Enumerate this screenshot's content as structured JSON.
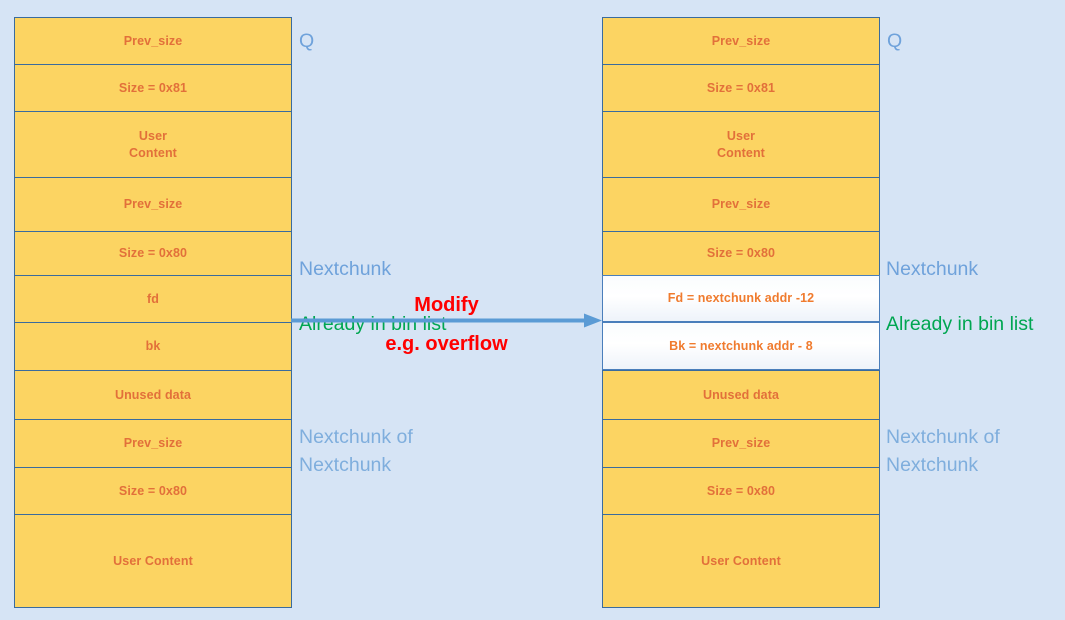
{
  "diagram": {
    "title": "Heap chunk unlink overflow modification",
    "background_color": "#D6E4F5",
    "chunk_fill_color": "#FCD462",
    "chunk_border_color": "#3A6B9E",
    "chunk_text_color": "#E2703A",
    "highlight_text_color": "#F07B2E",
    "annotation_blue": "#6FA2DB",
    "annotation_green": "#00A651",
    "accent_red": "#FF0000",
    "arrow_color": "#5B9BD5"
  },
  "left_column": {
    "name": "before-modification",
    "rows": [
      {
        "label": "Prev_size",
        "height": 47,
        "highlight": false
      },
      {
        "label": "Size = 0x81",
        "height": 47,
        "highlight": false
      },
      {
        "label": "User\nContent",
        "height": 66,
        "highlight": false
      },
      {
        "label": "Prev_size",
        "height": 54,
        "highlight": false
      },
      {
        "label": "Size = 0x80",
        "height": 44,
        "highlight": false
      },
      {
        "label": "fd",
        "height": 47,
        "highlight": false
      },
      {
        "label": "bk",
        "height": 48,
        "highlight": false
      },
      {
        "label": "Unused data",
        "height": 49,
        "highlight": false
      },
      {
        "label": "Prev_size",
        "height": 48,
        "highlight": false
      },
      {
        "label": "Size = 0x80",
        "height": 47,
        "highlight": false
      },
      {
        "label": "User Content",
        "height": 94,
        "highlight": false
      }
    ]
  },
  "right_column": {
    "name": "after-modification",
    "rows": [
      {
        "label": "Prev_size",
        "height": 47,
        "highlight": false
      },
      {
        "label": "Size = 0x81",
        "height": 47,
        "highlight": false
      },
      {
        "label": "User\nContent",
        "height": 66,
        "highlight": false
      },
      {
        "label": "Prev_size",
        "height": 54,
        "highlight": false
      },
      {
        "label": "Size = 0x80",
        "height": 44,
        "highlight": false
      },
      {
        "label": "Fd = nextchunk addr -12",
        "height": 47,
        "highlight": true
      },
      {
        "label": "Bk = nextchunk addr - 8",
        "height": 48,
        "highlight": true
      },
      {
        "label": "Unused data",
        "height": 49,
        "highlight": false
      },
      {
        "label": "Prev_size",
        "height": 48,
        "highlight": false
      },
      {
        "label": "Size = 0x80",
        "height": 47,
        "highlight": false
      },
      {
        "label": "User Content",
        "height": 94,
        "highlight": false
      }
    ]
  },
  "annotations": {
    "q_left": "Q",
    "q_right": "Q",
    "nextchunk_label": "Nextchunk",
    "already_in_bin_list": "Already in bin list",
    "nextchunk_of_nextchunk": "Nextchunk of\nNextchunk"
  },
  "middle": {
    "modify_label": "Modify",
    "overflow_label": "e.g. overflow",
    "arrow_direction": "right"
  }
}
